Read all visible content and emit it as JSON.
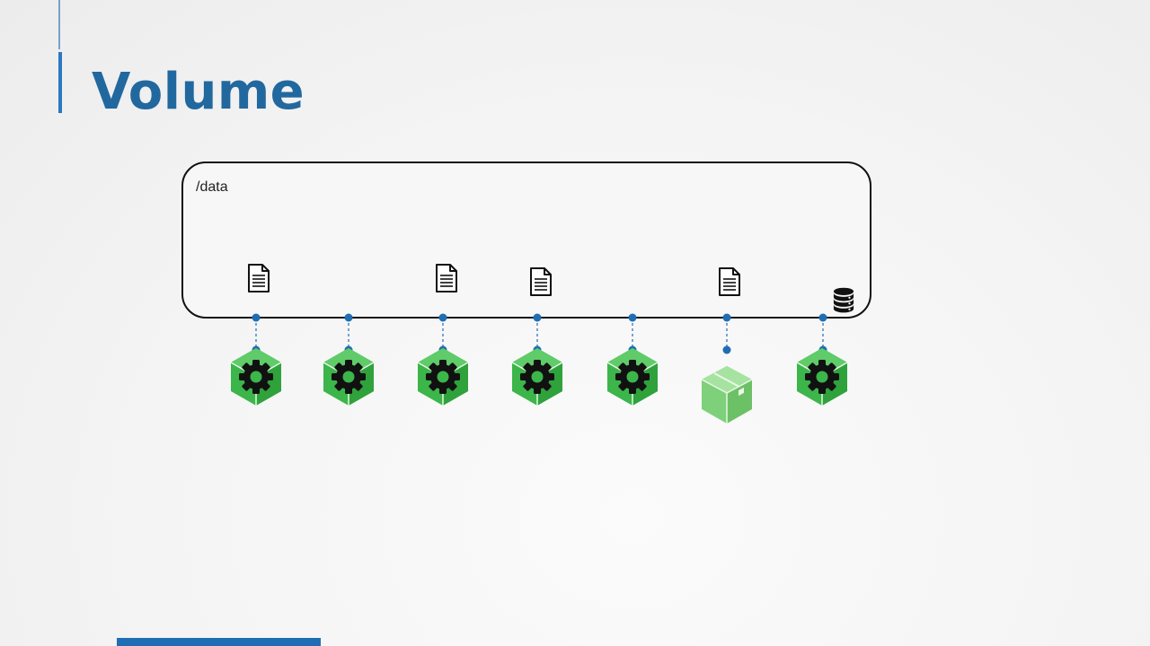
{
  "slide": {
    "title": "Volume"
  },
  "volume": {
    "path_label": "/data"
  },
  "diagram": {
    "connectors": 7,
    "nodes": [
      {
        "type": "pod",
        "has_file": true
      },
      {
        "type": "pod",
        "has_file": false
      },
      {
        "type": "pod",
        "has_file": true
      },
      {
        "type": "pod",
        "has_file": true
      },
      {
        "type": "pod",
        "has_file": false
      },
      {
        "type": "package",
        "has_file": true
      },
      {
        "type": "pod",
        "has_file": false,
        "storage": true
      }
    ],
    "icons": {
      "pod": "gear-cube-icon",
      "package": "package-box-icon",
      "file": "document-icon",
      "storage": "database-icon"
    },
    "colors": {
      "pod_green": "#3cb54a",
      "package_green": "#7fd07a",
      "connector_blue": "#1f6eb3",
      "title_blue": "#21689f"
    }
  }
}
